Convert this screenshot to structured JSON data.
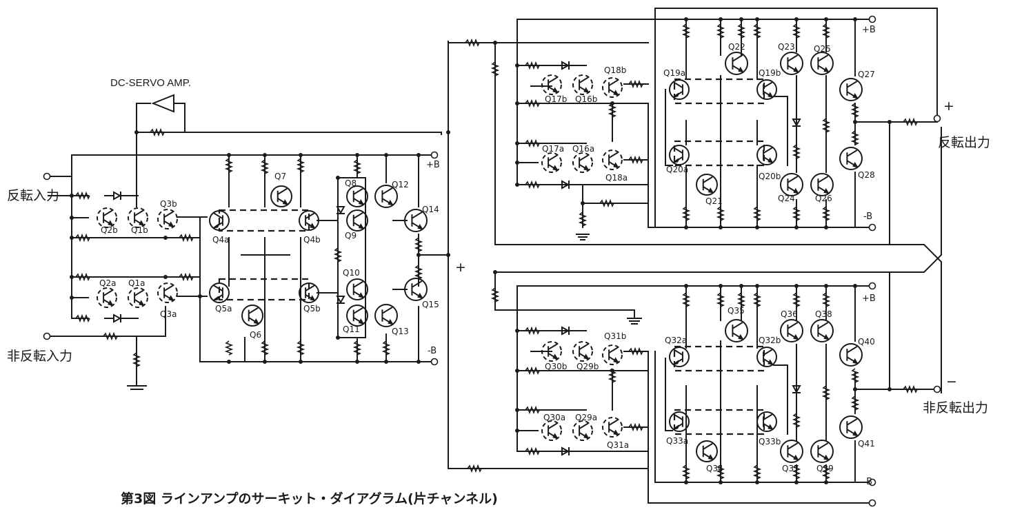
{
  "labels": {
    "dc_servo": "DC-SERVO AMP.",
    "inv_in": "反転入力",
    "noninv_in": "非反転入力",
    "inv_out": "反転出力",
    "noninv_out": "非反転出力",
    "caption": "第3図 ラインアンプのサーキット・ダイアグラム(片チャンネル)",
    "pos_rail": "+B",
    "neg_rail": "-B"
  },
  "markers": {
    "plus": "+",
    "minus": "−",
    "color": "#dd1111"
  },
  "transistors": {
    "q1a": "Q1a",
    "q1b": "Q1b",
    "q2a": "Q2a",
    "q2b": "Q2b",
    "q3a": "Q3a",
    "q3b": "Q3b",
    "q4a": "Q4a",
    "q4b": "Q4b",
    "q5a": "Q5a",
    "q5b": "Q5b",
    "q6": "Q6",
    "q7": "Q7",
    "q8": "Q8",
    "q9": "Q9",
    "q10": "Q10",
    "q11": "Q11",
    "q12": "Q12",
    "q13": "Q13",
    "q14": "Q14",
    "q15": "Q15",
    "q16a": "Q16a",
    "q16b": "Q16b",
    "q17a": "Q17a",
    "q17b": "Q17b",
    "q18a": "Q18a",
    "q18b": "Q18b",
    "q19a": "Q19a",
    "q19b": "Q19b",
    "q20a": "Q20a",
    "q20b": "Q20b",
    "q21": "Q21",
    "q22": "Q22",
    "q23": "Q23",
    "q24": "Q24",
    "q25": "Q25",
    "q26": "Q26",
    "q27": "Q27",
    "q28": "Q28",
    "q29a": "Q29a",
    "q29b": "Q29b",
    "q30a": "Q30a",
    "q30b": "Q30b",
    "q31a": "Q31a",
    "q31b": "Q31b",
    "q32a": "Q32a",
    "q32b": "Q32b",
    "q33a": "Q33a",
    "q33b": "Q33b",
    "q34": "Q34",
    "q35": "Q35",
    "q36": "Q36",
    "q37": "Q37",
    "q38": "Q38",
    "q39": "Q39",
    "q40": "Q40",
    "q41": "Q41"
  }
}
